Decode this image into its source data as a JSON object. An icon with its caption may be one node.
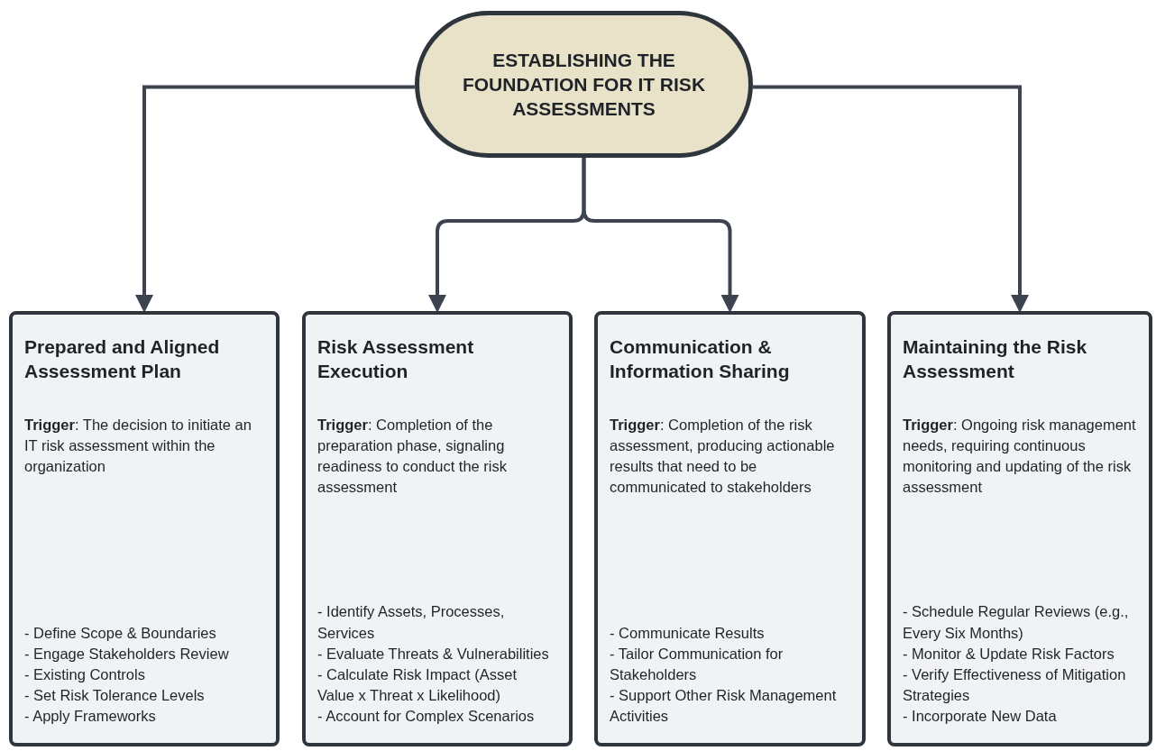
{
  "diagram": {
    "nodes": [
      {
        "text": [
          "ESTABLISHING THE FOUNDATION FOR IT RISK ASSESSMENTS"
        ]
      },
      {
        "text": [
          "Prepared and Aligned Assessment Plan",
          "**Trigger**: The decision to initiate an IT risk assessment within the organization",
          "- Define Scope & Boundaries",
          "- Engage Stakeholders Review",
          "- Existing Controls",
          "- Set Risk Tolerance Levels",
          "- Apply Frameworks"
        ]
      },
      {
        "text": [
          "Risk Assessment Execution",
          "**Trigger**: Completion of the preparation phase, signaling readiness to conduct the risk assessment",
          "- Identify Assets, Processes, Services",
          "- Evaluate Threats & Vulnerabilities",
          "- Calculate Risk Impact (Asset Value x Threat x Likelihood)",
          "- Account for Complex Scenarios"
        ]
      },
      {
        "text": [
          "Communication & Information Sharing",
          "**Trigger**: Completion of the risk assessment, producing actionable results that need to be communicated to stakeholders",
          "- Communicate Results",
          "- Tailor Communication for Stakeholders",
          "- Support Other Risk Management Activities"
        ]
      },
      {
        "text": [
          "Maintaining the Risk Assessment",
          "**Trigger**: Ongoing risk management needs, requiring continuous monitoring and updating of the risk assessment",
          "- Schedule Regular Reviews (e.g., Every Six Months)",
          "- Monitor & Update Risk Factors",
          "- Verify Effectiveness of Mitigation Strategies",
          "- Incorporate New Data"
        ]
      }
    ],
    "edges": [
      {
        "from": 0,
        "to": 1,
        "arrow": "to"
      },
      {
        "from": 0,
        "to": 2,
        "arrow": "to"
      },
      {
        "from": 0,
        "to": 3,
        "arrow": "to"
      },
      {
        "from": 0,
        "to": 4,
        "arrow": "to"
      }
    ]
  }
}
